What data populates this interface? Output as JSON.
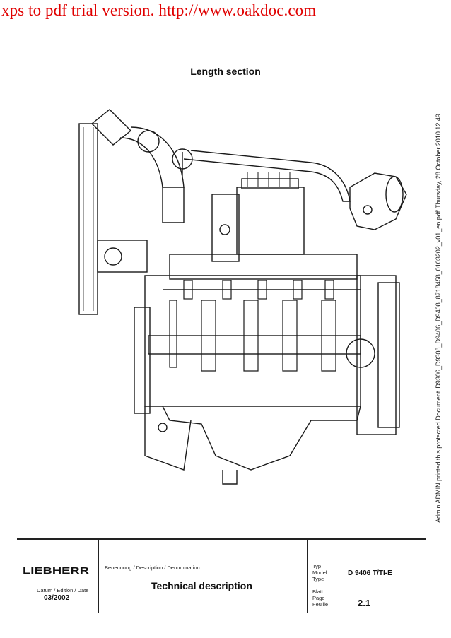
{
  "watermark": "xps to pdf trial version. http://www.oakdoc.com",
  "title": "Length section",
  "side_note": "Admin ADMIN printed this protected Document 'D9306_D9308_D9406_D9408_8718458_0103202_v01_en.pdf' Thursday, 28.October 2010 12:49",
  "footer": {
    "brand": "LIEBHERR",
    "date_label": "Datum / Edition / Date",
    "date_value": "03/2002",
    "denomination_label": "Benennung / Description / Denomination",
    "denomination_value": "Technical description",
    "type_label": [
      "Typ",
      "Model",
      "Type"
    ],
    "type_value": "D 9406 T/TI-E",
    "page_label": [
      "Blatt",
      "Page",
      "Feuille"
    ],
    "page_value": "2.1"
  },
  "colors": {
    "watermark": "#e00000",
    "ink": "#111111"
  }
}
